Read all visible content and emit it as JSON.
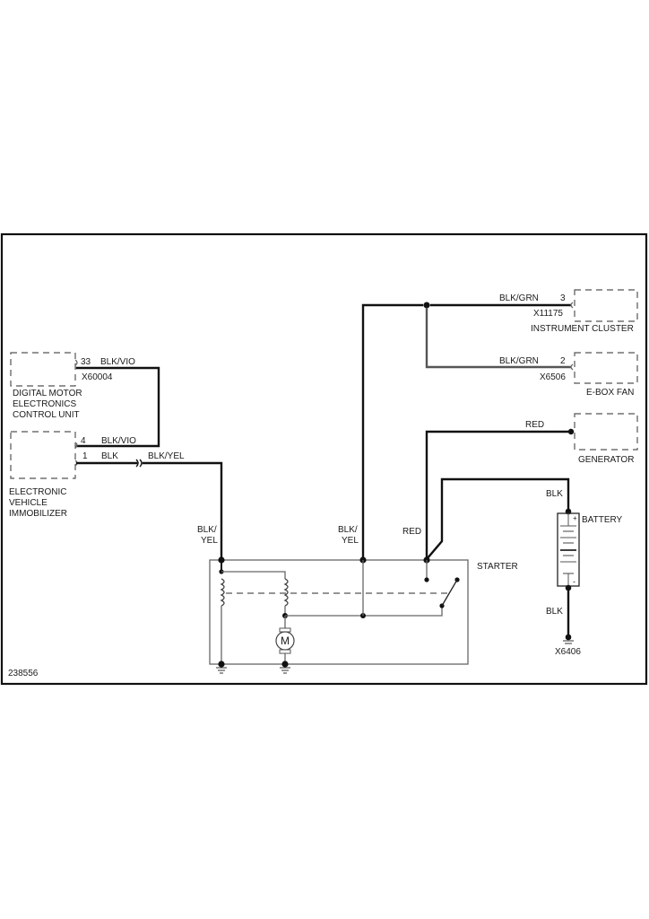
{
  "diagram": {
    "type": "wiring-schematic",
    "figure_id": "238556",
    "components": {
      "dme": {
        "name_lines": [
          "DIGITAL MOTOR",
          "ELECTRONICS",
          "CONTROL UNIT"
        ],
        "connector": "X60004",
        "pin": "33",
        "wire": "BLK/VIO"
      },
      "ews": {
        "name_lines": [
          "ELECTRONIC",
          "VEHICLE",
          "IMMOBILIZER"
        ],
        "pins": [
          {
            "pin": "4",
            "wire": "BLK/VIO"
          },
          {
            "pin": "1",
            "wire": "BLK"
          }
        ],
        "after_splice_wire": "BLK/YEL"
      },
      "instrument_cluster": {
        "name": "INSTRUMENT CLUSTER",
        "connector": "X11175",
        "pin": "3",
        "wire": "BLK/GRN"
      },
      "ebox_fan": {
        "name": "E-BOX FAN",
        "connector": "X6506",
        "pin": "2",
        "wire": "BLK/GRN"
      },
      "generator": {
        "name": "GENERATOR",
        "wire": "RED"
      },
      "battery": {
        "name": "BATTERY",
        "plus": "+",
        "minus": "-",
        "wire_top": "BLK",
        "wire_bottom": "BLK",
        "ground": "X6406"
      },
      "starter": {
        "name": "STARTER",
        "motor_symbol": "M",
        "wire_left": [
          "BLK/",
          "YEL"
        ],
        "wire_mid": [
          "BLK/",
          "YEL"
        ],
        "wire_right": "RED"
      }
    }
  }
}
